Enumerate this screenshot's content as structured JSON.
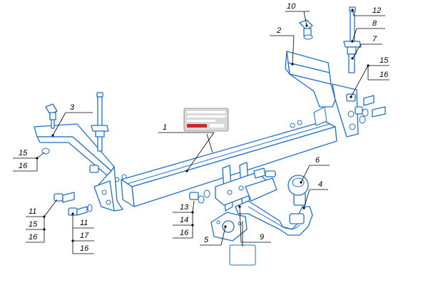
{
  "colors": {
    "line": "#1e6fd8",
    "callout": "#000000",
    "background": "#ffffff",
    "plate": "#d9d9d9",
    "plate_accent": "#cc2a2a"
  },
  "callouts": {
    "c1": "1",
    "c2": "2",
    "c3": "3",
    "c4": "4",
    "c5": "5",
    "c6": "6",
    "c7": "7",
    "c8": "8",
    "c9": "9",
    "c10": "10",
    "c12": "12",
    "right_15": "15",
    "right_16": "16",
    "left_15": "15",
    "left_16": "16",
    "bl_11": "11",
    "bl_15": "15",
    "bl_16": "16",
    "bm_11": "11",
    "bm_17": "17",
    "bm_16": "16",
    "bc_13": "13",
    "bc_14": "14",
    "bc_16": "16"
  }
}
